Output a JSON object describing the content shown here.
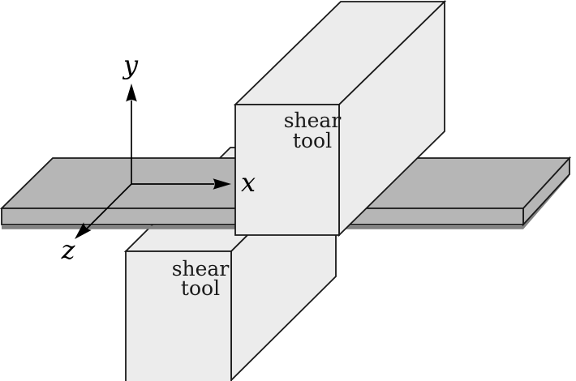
{
  "figure": {
    "type": "diagram",
    "description": "Oblique 3D sketch of a shearing operation: a flat plate passes between an upper and a lower shear tool; coordinate axes x, y, z originate on the plate surface",
    "labels": {
      "upper_tool": {
        "line1": "shear",
        "line2": "tool"
      },
      "lower_tool": {
        "line1": "shear",
        "line2": "tool"
      },
      "axes": {
        "x": "x",
        "y": "y",
        "z": "z"
      }
    },
    "colors": {
      "background": "#ffffff",
      "tool_fill": "#ececec",
      "plate_fill": "#b6b6b6",
      "outline": "#1a1a1a",
      "plate_shadow": "#818181",
      "axis": "#000000",
      "text": "#1a1a1a"
    }
  }
}
